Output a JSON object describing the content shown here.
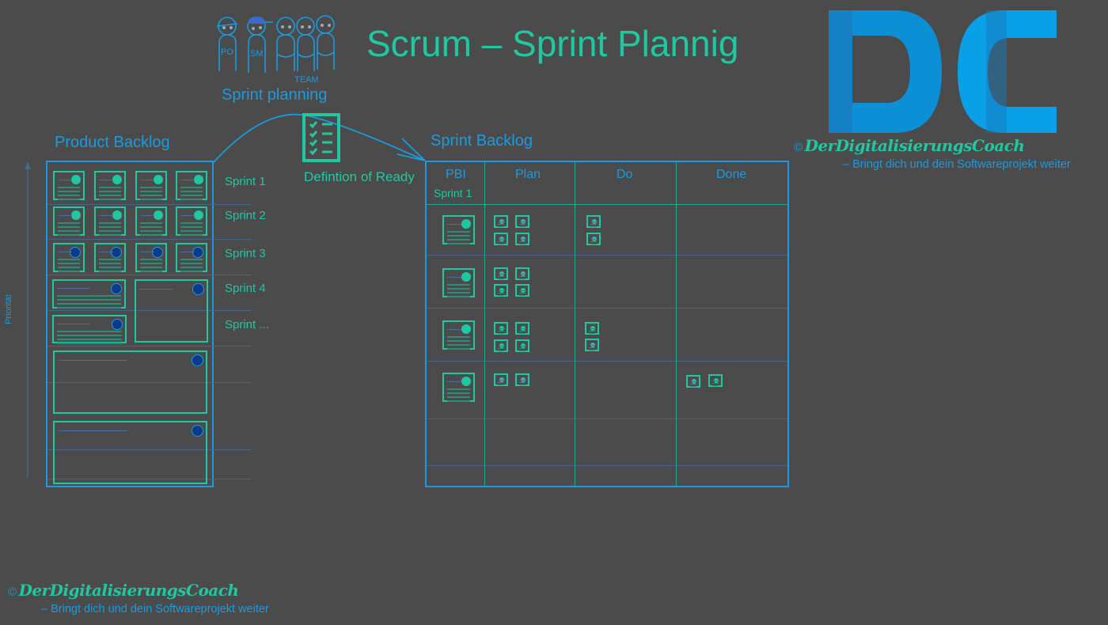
{
  "title": "Scrum – Sprint Plannig",
  "team": {
    "roles": [
      "PO",
      "SM"
    ],
    "team_label": "TEAM",
    "caption": "Sprint planning"
  },
  "product_backlog": {
    "title": "Product Backlog",
    "axis_label": "Priorität",
    "sprints": [
      "Sprint 1",
      "Sprint 2",
      "Sprint 3",
      "Sprint 4",
      "Sprint ..."
    ]
  },
  "definition_of_ready": {
    "label": "Defintion of Ready",
    "icon": "checklist-icon"
  },
  "sprint_backlog": {
    "title": "Sprint Backlog",
    "columns": [
      "PBI",
      "Plan",
      "Do",
      "Done"
    ],
    "pbi_subtitle": "Sprint 1"
  },
  "branding": {
    "logo_letters": "DC",
    "copyright": "©",
    "name": "DerDigitalisierungsCoach",
    "tagline": "– Bringt dich und dein Softwareprojekt weiter"
  },
  "colors": {
    "background": "#4b4b4b",
    "teal": "#1fc8a0",
    "blue": "#1a9be0",
    "dark_blue": "#0c3a8a"
  }
}
